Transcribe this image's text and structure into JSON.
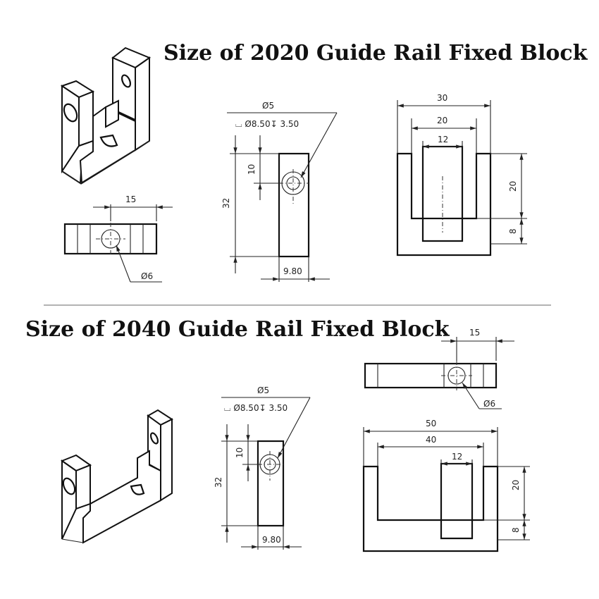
{
  "titles": {
    "block_2020": "Size of 2020 Guide Rail Fixed Block",
    "block_2040": "Size of 2040 Guide Rail Fixed Block"
  },
  "block_2020": {
    "top_view": {
      "hole_offset": "15",
      "hole_diameter": "Ø6"
    },
    "side_view": {
      "through_hole": "Ø5",
      "counterbore": "⌴ Ø8.50↧ 3.50",
      "hole_height": "10",
      "height": "32",
      "thickness": "9.80"
    },
    "front_view": {
      "outer_width": "30",
      "inner_width": "20",
      "center_width": "12",
      "slot_depth": "20",
      "base_thickness": "8"
    }
  },
  "block_2040": {
    "top_view": {
      "hole_offset": "15",
      "hole_diameter": "Ø6"
    },
    "side_view": {
      "through_hole": "Ø5",
      "counterbore": "⌴ Ø8.50↧ 3.50",
      "hole_height": "10",
      "height": "32",
      "thickness": "9.80"
    },
    "front_view": {
      "outer_width": "50",
      "inner_width": "40",
      "center_width": "12",
      "slot_depth": "20",
      "base_thickness": "8"
    }
  }
}
